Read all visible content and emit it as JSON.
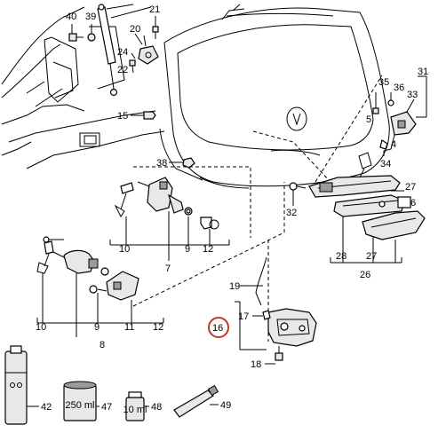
{
  "callouts": {
    "c4": "4",
    "c5": "5",
    "c6": "6",
    "c7": "7",
    "c8": "8",
    "c9a": "9",
    "c9b": "9",
    "c10a": "10",
    "c10b": "10",
    "c11": "11",
    "c12a": "12",
    "c12b": "12",
    "c15": "15",
    "c16": "16",
    "c17": "17",
    "c18": "18",
    "c19": "19",
    "c20": "20",
    "c21": "21",
    "c22": "22",
    "c24": "24",
    "c26": "26",
    "c27a": "27",
    "c27b": "27",
    "c28": "28",
    "c31": "31",
    "c32": "32",
    "c33": "33",
    "c34": "34",
    "c35": "35",
    "c36": "36",
    "c38": "38",
    "c39": "39",
    "c40": "40",
    "c42": "42",
    "c47": "47",
    "c48": "48",
    "c49": "49"
  },
  "labels": {
    "jar_volume": "250 ml",
    "small_bottle_volume": "10 ml"
  },
  "colors": {
    "line": "#000000",
    "highlight_circle": "#c0392b",
    "fill_grey": "#e8e8e8",
    "fill_dark": "#9a9a9a"
  }
}
